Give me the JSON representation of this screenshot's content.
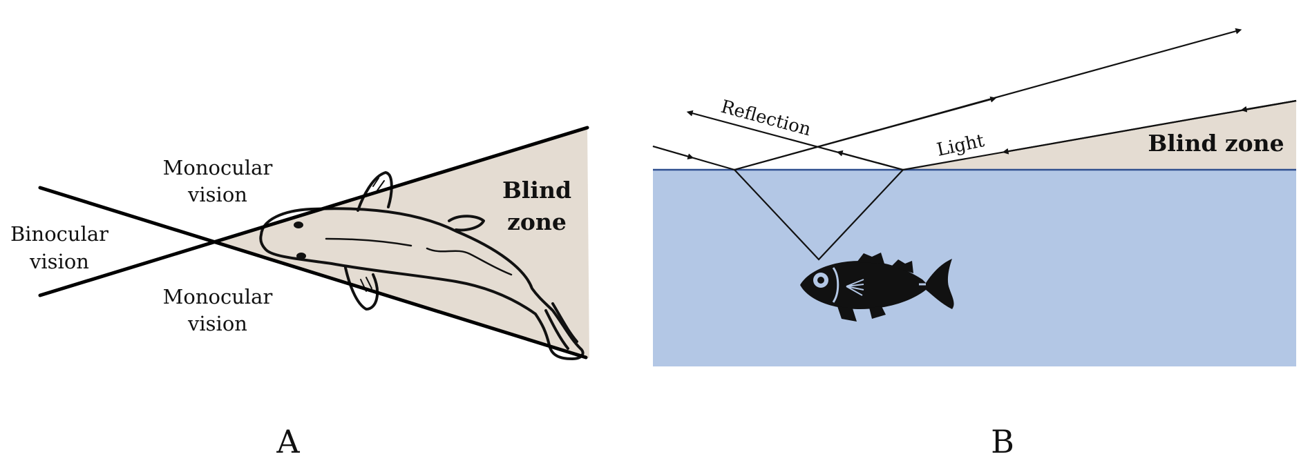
{
  "panel_a": {
    "label": "A",
    "binocular": [
      "Binocular",
      "vision"
    ],
    "monocular_top": [
      "Monocular",
      "vision"
    ],
    "monocular_bottom": [
      "Monocular",
      "vision"
    ],
    "blind_zone": [
      "Blind",
      "zone"
    ]
  },
  "panel_b": {
    "label": "B",
    "reflection": "Reflection",
    "light": "Light",
    "blind_zone": "Blind zone"
  },
  "colors": {
    "blind_zone_fill": "#e4dcd2",
    "water_fill": "#b3c7e5",
    "water_surface": "#2f4f8f",
    "ink": "#111111"
  }
}
